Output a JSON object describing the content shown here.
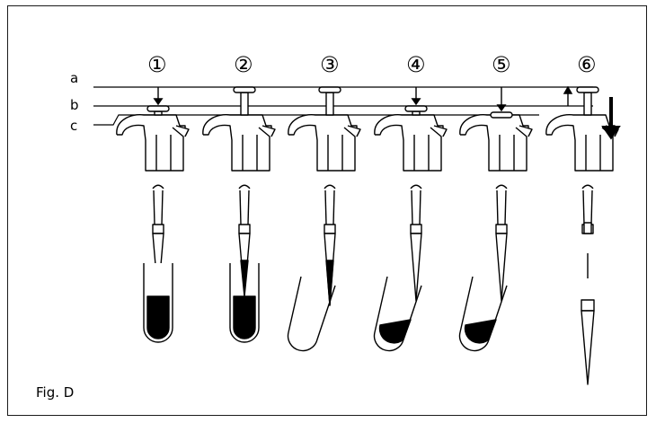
{
  "figure": {
    "caption": "Fig. D",
    "level_labels": [
      "a",
      "b",
      "c"
    ],
    "step_labels": [
      "①",
      "②",
      "③",
      "④",
      "⑤",
      "⑥"
    ]
  },
  "colors": {
    "ink": "#000000",
    "background": "#ffffff"
  }
}
